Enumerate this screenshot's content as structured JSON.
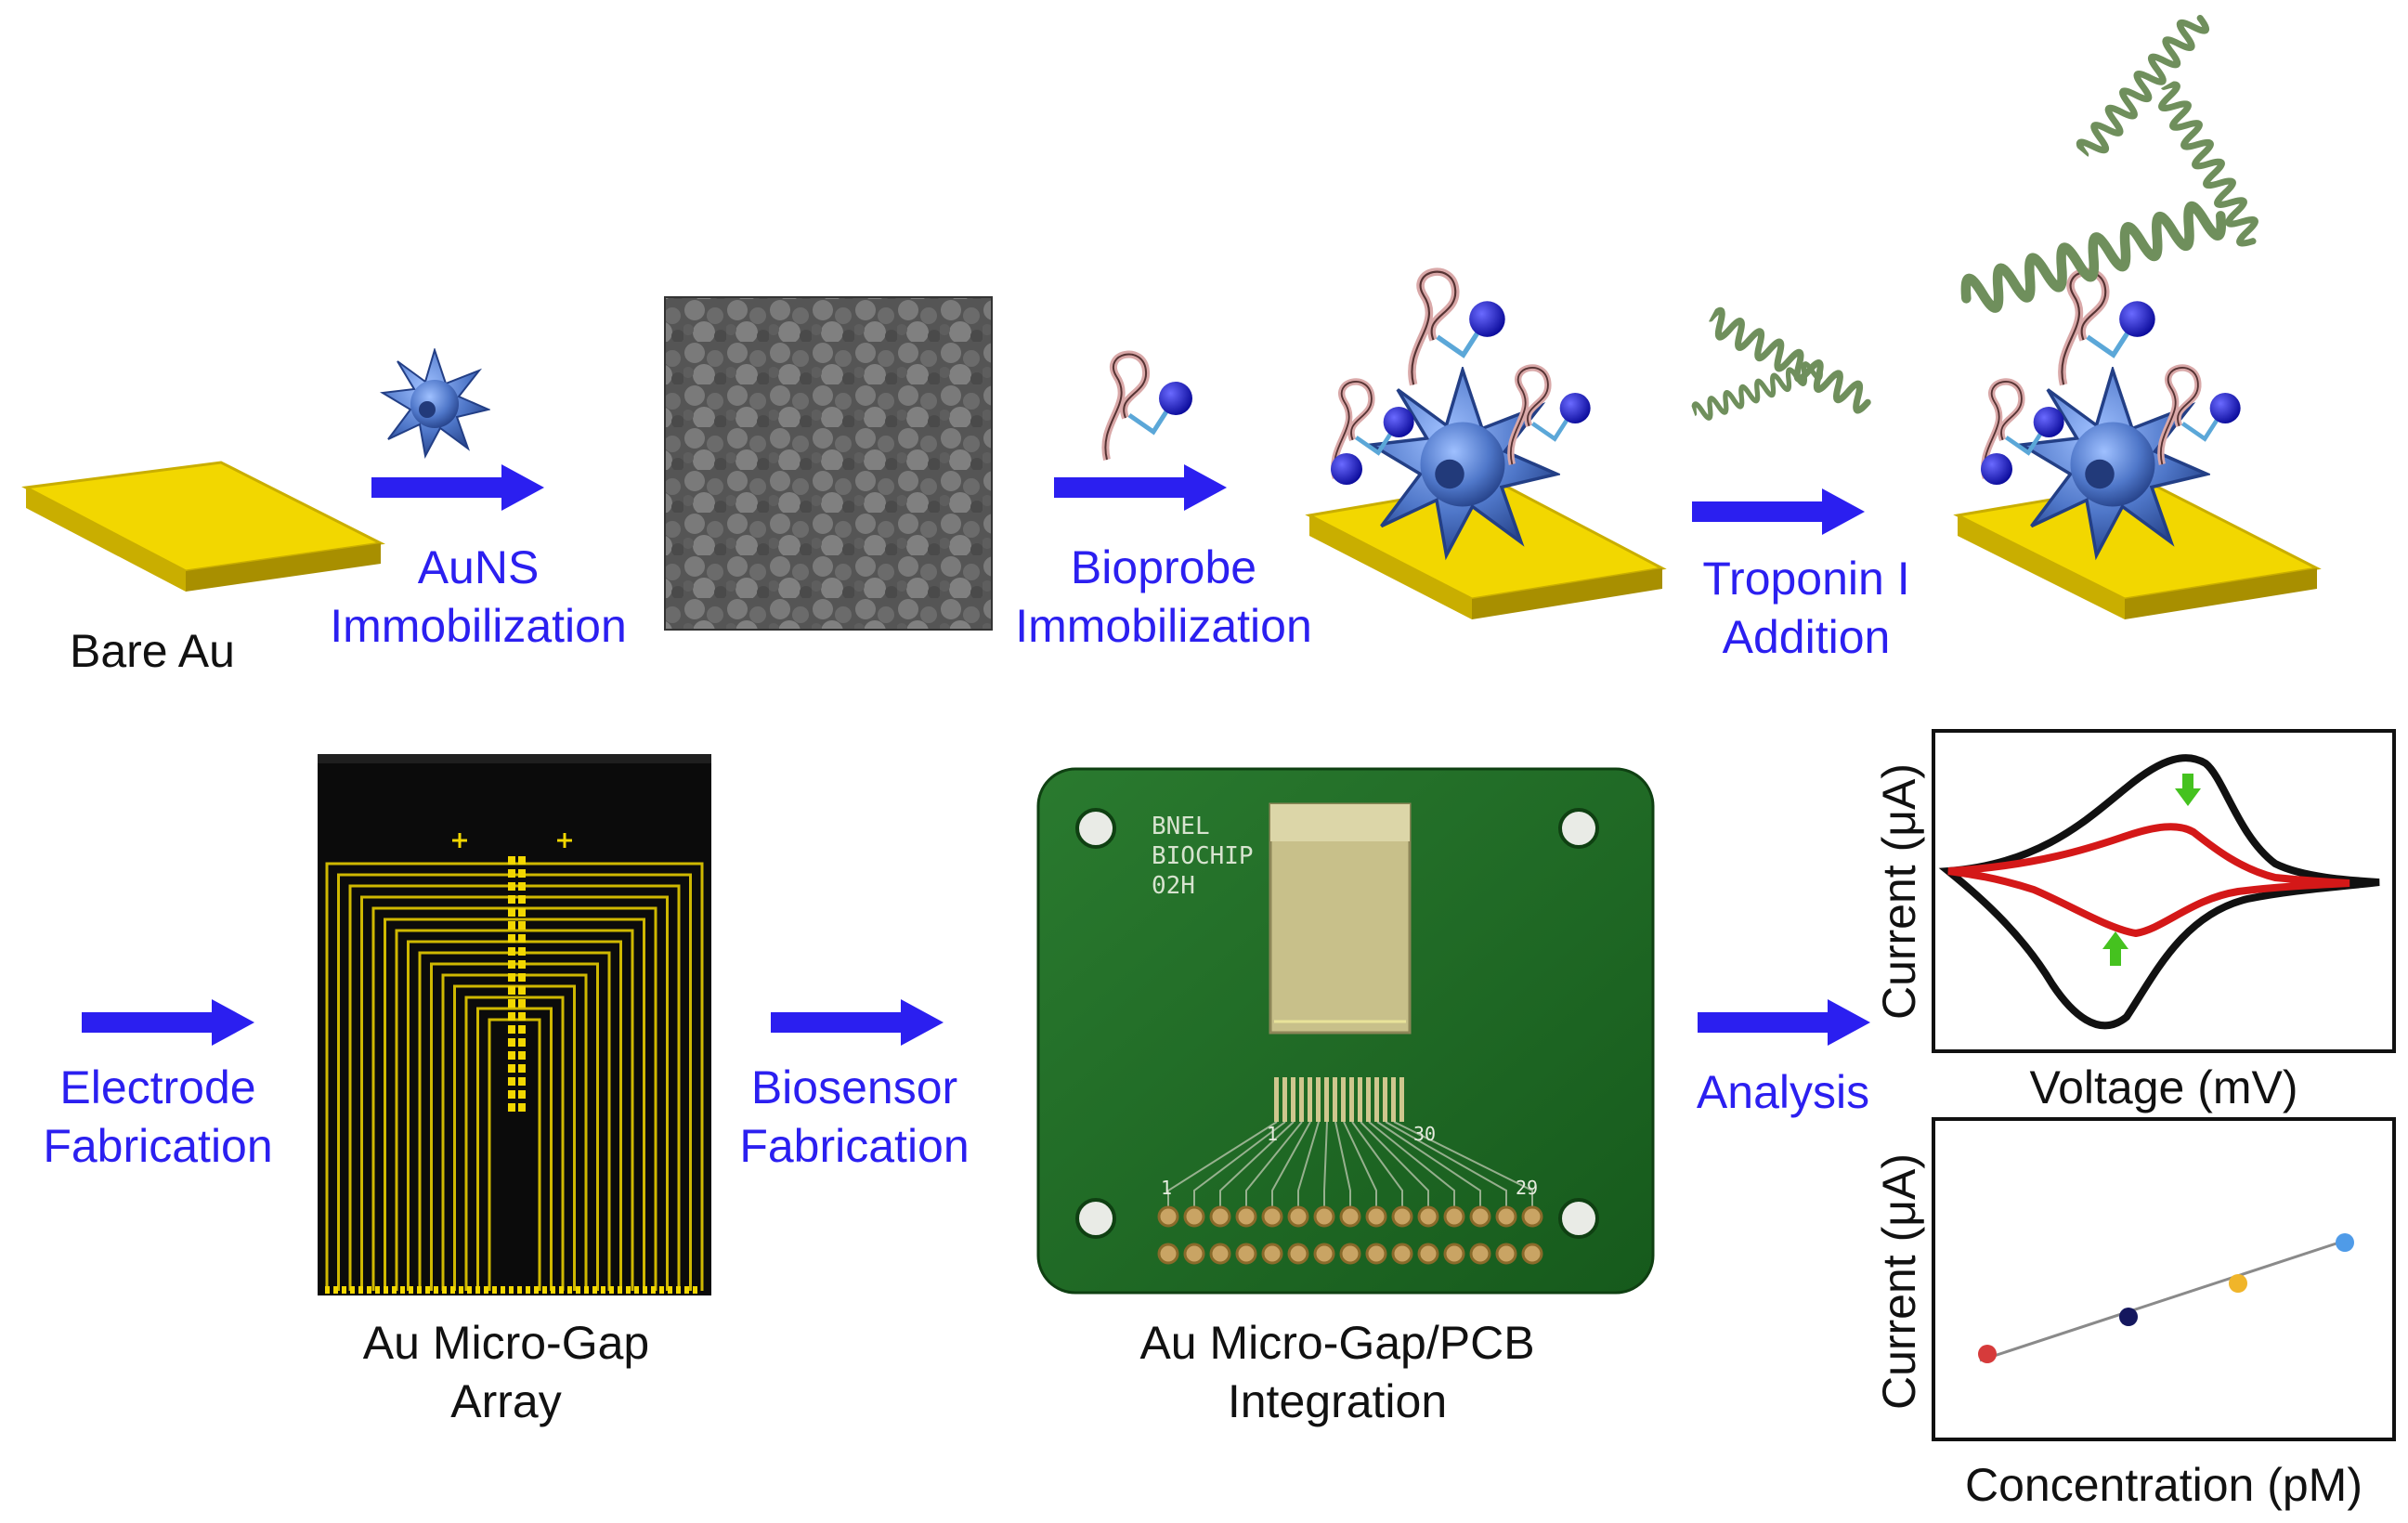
{
  "colors": {
    "arrow": "#2b1ff0",
    "step_text": "#2b1ff0",
    "gold": "#f2d700",
    "gold_edge": "#b79a00",
    "nanostar": "#4f77c9",
    "bioprobe_ball": "#1414c8",
    "troponin": "#6f8f5c",
    "pcb_green": "#1f6b25",
    "cv_before": "#111111",
    "cv_after": "#d41818",
    "change_arrow": "#45c21f"
  },
  "row1": {
    "bare_au": "Bare Au",
    "step_auns": [
      "AuNS",
      "Immobilization"
    ],
    "step_bioprobe": [
      "Bioprobe",
      "Immobilization"
    ],
    "step_troponin": [
      "Troponin I",
      "Addition"
    ]
  },
  "row2": {
    "step_electrode": [
      "Electrode",
      "Fabrication"
    ],
    "micro_gap_array": [
      "Au Micro-Gap",
      "Array"
    ],
    "step_biosensor": [
      "Biosensor",
      "Fabrication"
    ],
    "pcb_integration": [
      "Au Micro-Gap/PCB",
      "Integration"
    ],
    "step_analysis": "Analysis",
    "pcb_print": [
      "BNEL",
      "BIOCHIP",
      "02H"
    ],
    "pcb_pin_labels": [
      "1",
      "30",
      "1",
      "29"
    ]
  },
  "cv_plot": {
    "xlabel": "Voltage (mV)",
    "ylabel": "Current (μA)"
  },
  "calib_plot": {
    "xlabel": "Concentration (pM)",
    "ylabel": "Current (μA)",
    "point_colors": [
      "#d63b3b",
      "#14175e",
      "#f0b52a",
      "#4f9be8"
    ]
  }
}
